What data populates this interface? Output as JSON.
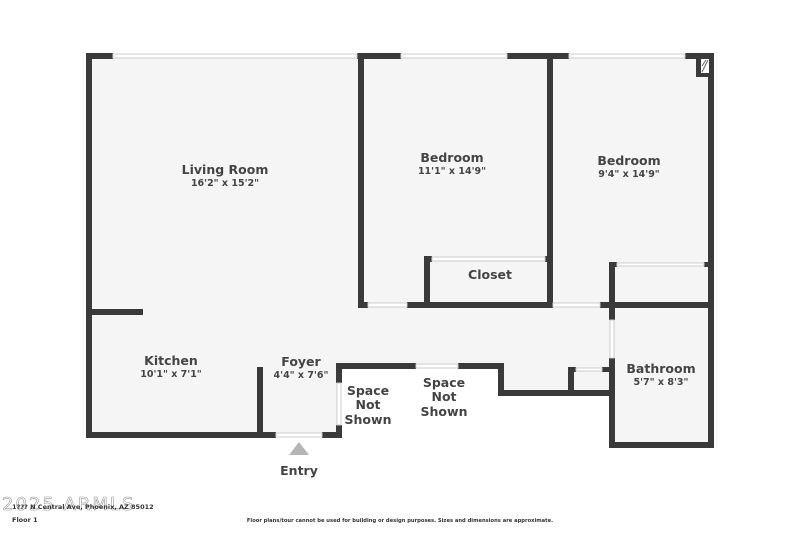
{
  "plan": {
    "colors": {
      "wall": "#3a3a3a",
      "floor": "#f5f5f5",
      "window": "#ffffff",
      "window_edge": "#cccccc",
      "text": "#444444",
      "entry_arrow": "#b5b5b5"
    },
    "rooms": [
      {
        "name": "Living Room",
        "dimensions": "16'2\" x 15'2\""
      },
      {
        "name": "Bedroom",
        "dimensions": "11'1\" x 14'9\""
      },
      {
        "name": "Bedroom",
        "dimensions": "9'4\" x 14'9\""
      },
      {
        "name": "Closet",
        "dimensions": ""
      },
      {
        "name": "Kitchen",
        "dimensions": "10'1\" x 7'1\""
      },
      {
        "name": "Foyer",
        "dimensions": "4'4\" x 7'6\""
      },
      {
        "name": "Bathroom",
        "dimensions": "5'7\" x 8'3\""
      }
    ],
    "unshown_spaces": [
      {
        "label_line1": "Space",
        "label_line2": "Not",
        "label_line3": "Shown"
      },
      {
        "label_line1": "Space",
        "label_line2": "Not",
        "label_line3": "Shown"
      }
    ],
    "entry_label": "Entry"
  },
  "footer": {
    "address": "1??? N Central Ave, Phoenix, AZ 85012",
    "floor": "Floor 1",
    "disclaimer": "Floor plans/tour cannot be used for building or design purposes. Sizes and dimensions are approximate.",
    "watermark": "2025 ARMLS"
  }
}
